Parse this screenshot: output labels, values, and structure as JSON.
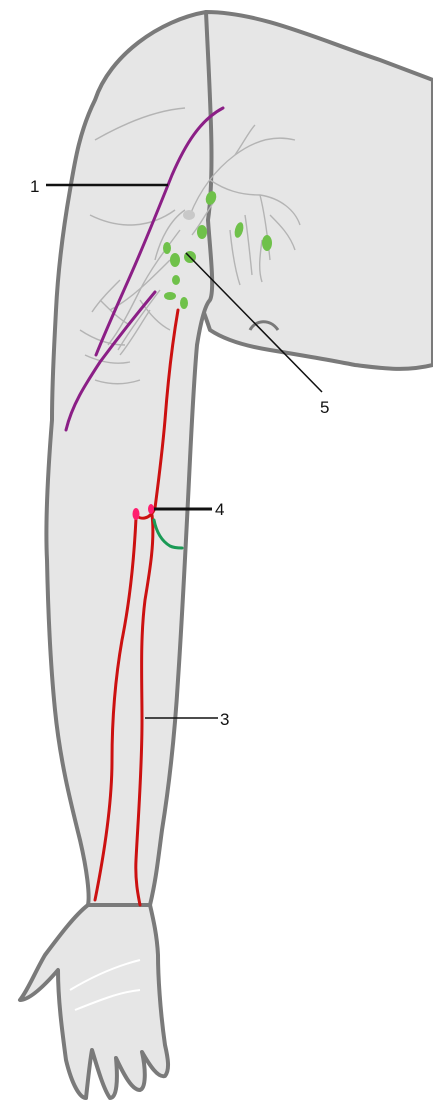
{
  "callouts": [
    {
      "id": "1",
      "label": "1"
    },
    {
      "id": "3",
      "label": "3"
    },
    {
      "id": "4",
      "label": "4"
    },
    {
      "id": "5",
      "label": "5"
    }
  ],
  "colors": {
    "skin": "#e6e6e6",
    "outline": "#7a7a7a",
    "skin_lines": "#b4b4b4",
    "cephalic_vein": "#8b1f86",
    "radial_ulnar_vessels": "#cc1111",
    "lymph_nodes": "#6fc14a",
    "cubital_marker": "#ff1e6e",
    "green_vessel": "#1a9a55",
    "leader_lines": "#111111"
  }
}
